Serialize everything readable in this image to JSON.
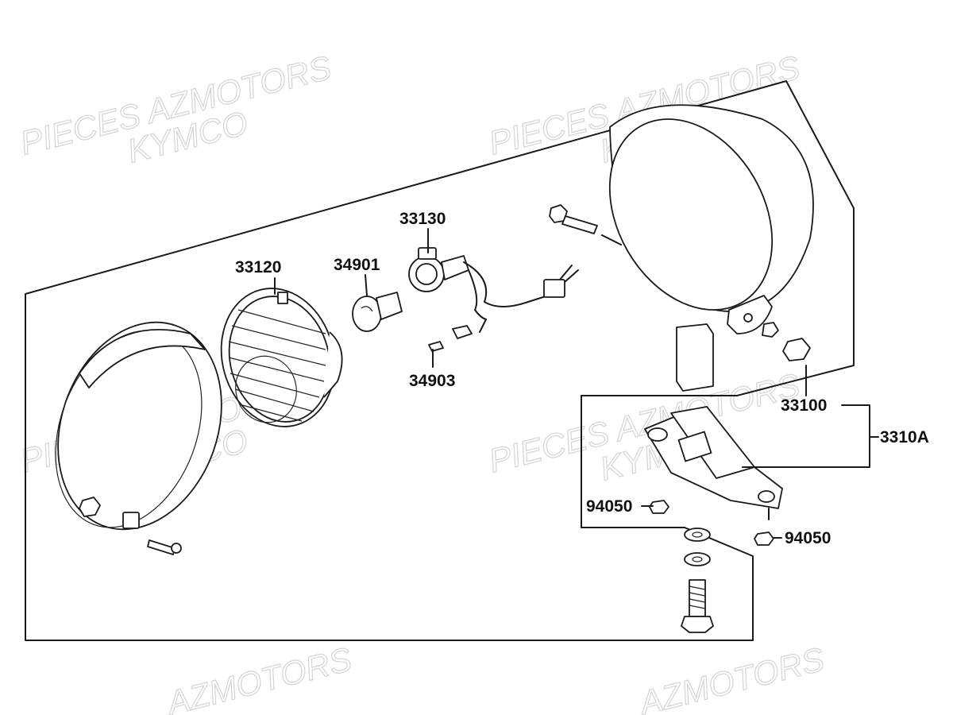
{
  "watermarks": {
    "line1": "PIECES AZMOTORS",
    "line2": "KYMCO",
    "line3": "AZMOTORS"
  },
  "callouts": {
    "p33120": "33120",
    "p34901": "34901",
    "p33130": "33130",
    "p34903": "34903",
    "p33100": "33100",
    "p3310A": "3310A",
    "p94050_left": "94050",
    "p94050_right": "94050"
  },
  "colors": {
    "ink": "#1a1a1a",
    "watermark": "#d4d4d4",
    "background": "#ffffff"
  }
}
